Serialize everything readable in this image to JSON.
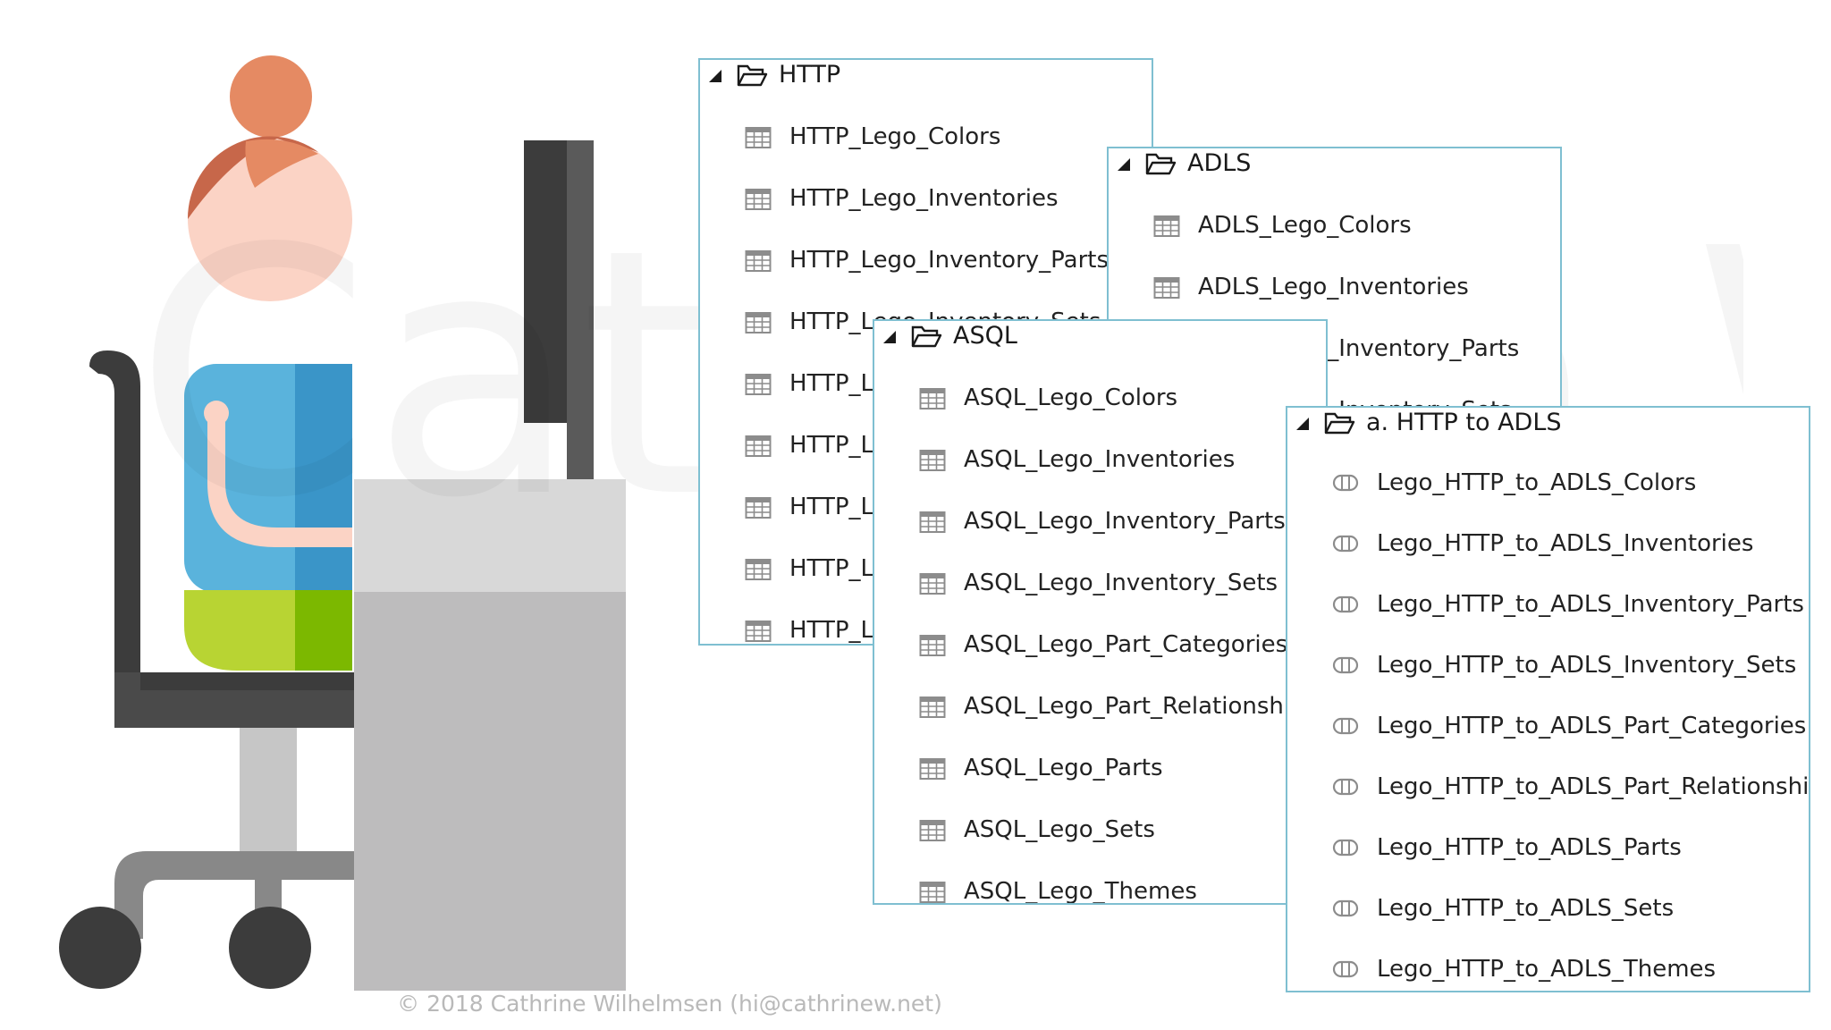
{
  "panels": {
    "http": {
      "title": "HTTP",
      "items": [
        "HTTP_Lego_Colors",
        "HTTP_Lego_Inventories",
        "HTTP_Lego_Inventory_Parts",
        "HTTP_Lego_Inventory_Sets",
        "HTTP_L",
        "HTTP_L",
        "HTTP_L",
        "HTTP_L",
        "HTTP_L"
      ]
    },
    "adls": {
      "title": "ADLS",
      "items": [
        "ADLS_Lego_Colors",
        "ADLS_Lego_Inventories",
        "ADLS_Lego_Inventory_Parts",
        "ADLS_Lego_Inventory_Sets"
      ]
    },
    "asql": {
      "title": "ASQL",
      "items": [
        "ASQL_Lego_Colors",
        "ASQL_Lego_Inventories",
        "ASQL_Lego_Inventory_Parts",
        "ASQL_Lego_Inventory_Sets",
        "ASQL_Lego_Part_Categories",
        "ASQL_Lego_Part_Relationships",
        "ASQL_Lego_Parts",
        "ASQL_Lego_Sets",
        "ASQL_Lego_Themes"
      ]
    },
    "pipelines": {
      "title": "a. HTTP to ADLS",
      "items": [
        "Lego_HTTP_to_ADLS_Colors",
        "Lego_HTTP_to_ADLS_Inventories",
        "Lego_HTTP_to_ADLS_Inventory_Parts",
        "Lego_HTTP_to_ADLS_Inventory_Sets",
        "Lego_HTTP_to_ADLS_Part_Categories",
        "Lego_HTTP_to_ADLS_Part_Relationships",
        "Lego_HTTP_to_ADLS_Parts",
        "Lego_HTTP_to_ADLS_Sets",
        "Lego_HTTP_to_ADLS_Themes"
      ]
    }
  },
  "watermark": "Cathrine Wilhelmsen",
  "footer": {
    "copyright": "© 2018 Cathrine Wilhelmsen (hi@cathrinew.net)"
  },
  "icons": {
    "folder": "folder-open-icon",
    "dataset": "table-grid-icon",
    "pipeline": "pipeline-icon",
    "expand": "expanded-triangle-icon"
  },
  "colors": {
    "panel_border": "#7fbfd1",
    "icon": "#8c8c8c",
    "text": "#222222"
  }
}
